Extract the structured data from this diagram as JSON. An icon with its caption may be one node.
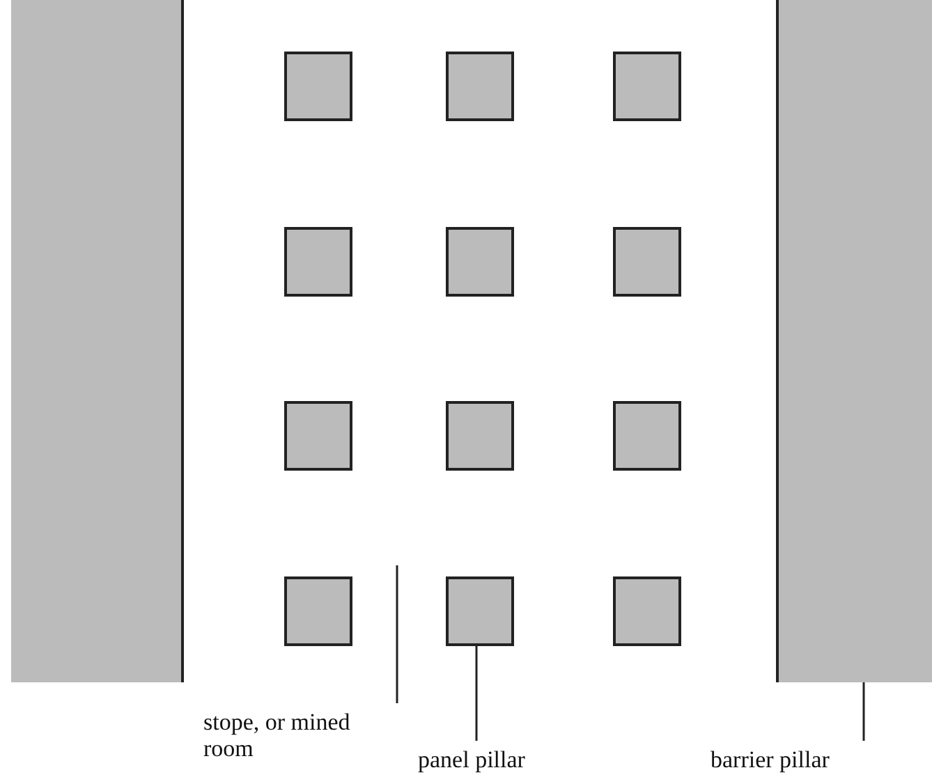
{
  "diagram": {
    "nodes": [
      {
        "text": [],
        "shape": "box"
      },
      {
        "text": [],
        "shape": "box"
      },
      {
        "text": [],
        "shape": "box"
      },
      {
        "text": [],
        "shape": "box"
      },
      {
        "text": [],
        "shape": "box"
      },
      {
        "text": [],
        "shape": "box"
      },
      {
        "text": [],
        "shape": "box"
      },
      {
        "text": [],
        "shape": "box"
      },
      {
        "text": [],
        "shape": "box"
      },
      {
        "text": [],
        "shape": "box"
      },
      {
        "text": [],
        "shape": "box"
      },
      {
        "text": [],
        "shape": "box"
      },
      {
        "text": [],
        "shape": "box"
      },
      {
        "text": [],
        "shape": "box"
      },
      {
        "text": [
          "stope, or mined room"
        ]
      },
      {
        "text": [
          "panel pillar"
        ]
      },
      {
        "text": [
          "barrier pillar"
        ]
      }
    ],
    "edges": [
      {
        "from": 14,
        "to": null,
        "arrow": "none"
      },
      {
        "from": 15,
        "to": 11,
        "arrow": "none"
      },
      {
        "from": 16,
        "to": 13,
        "arrow": "none"
      }
    ]
  }
}
